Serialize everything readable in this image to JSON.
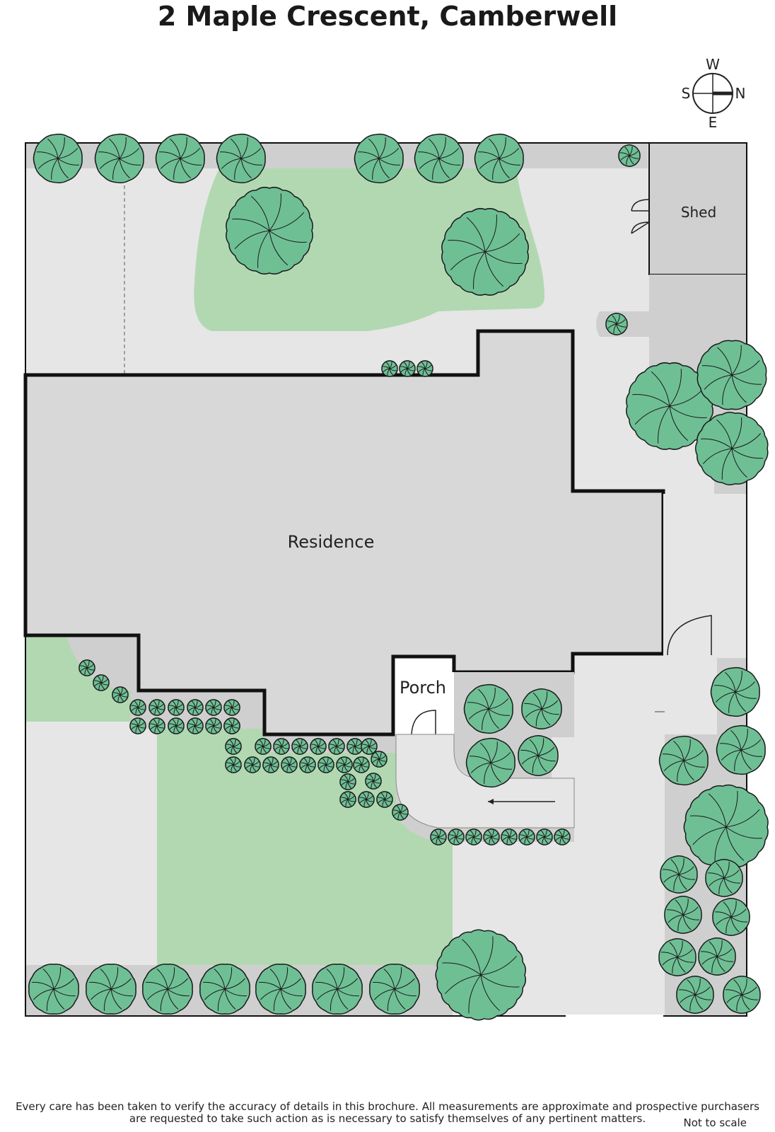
{
  "title": "2 Maple Crescent, Camberwell",
  "compass": {
    "top": "W",
    "left": "S",
    "right": "N",
    "bottom": "E"
  },
  "labels": {
    "shed": "Shed",
    "residence": "Residence",
    "porch": "Porch"
  },
  "disclaimer": {
    "line1": "Every care has been taken to verify the accuracy of details in this brochure.  All measurements are approximate and prospective purchasers",
    "line2": "are requested to take such action as is necessary to satisfy themselves of any pertinent matters."
  },
  "scale_note": "Not to scale",
  "colors": {
    "paving": "#e6e6e6",
    "garden_bed": "#cfcfcf",
    "lawn": "#b2d8b2",
    "tree_fill": "#6fbf95",
    "building": "#d8d8d8",
    "outline": "#111111"
  },
  "icons": [
    "compass-icon",
    "tree-icon",
    "shrub-icon",
    "door-swing-icon",
    "direction-arrow-icon"
  ]
}
